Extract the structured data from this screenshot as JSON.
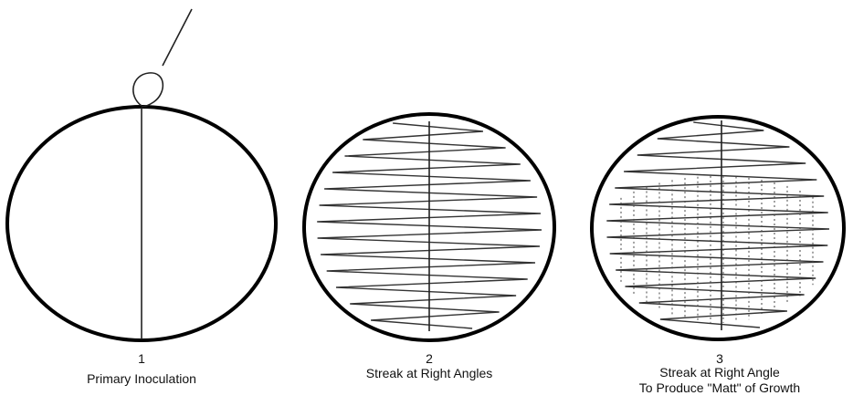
{
  "panels": [
    {
      "number": "1",
      "caption_line1": "Primary Inoculation",
      "caption_line2": ""
    },
    {
      "number": "2",
      "caption_line1": "Streak at Right Angles",
      "caption_line2": ""
    },
    {
      "number": "3",
      "caption_line1": "Streak at Right Angle",
      "caption_line2": "To Produce \"Matt\" of Growth"
    }
  ],
  "colors": {
    "line": "#000000",
    "background": "#ffffff"
  },
  "icons": [
    "inoculating-loop-icon"
  ]
}
